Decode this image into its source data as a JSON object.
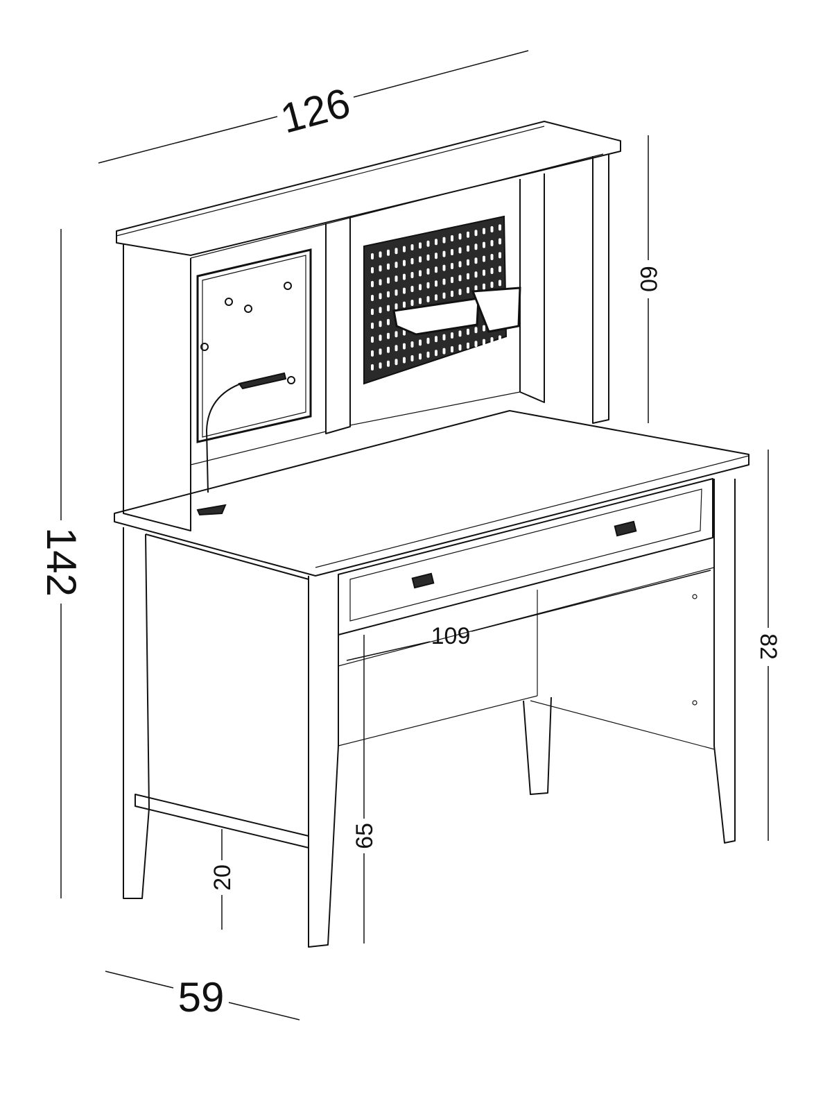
{
  "dimensions": {
    "width": "126",
    "total_height": "142",
    "hutch_height": "60",
    "desk_height": "82",
    "inner_width": "109",
    "knee_height": "65",
    "rail_height": "20",
    "depth": "59"
  }
}
